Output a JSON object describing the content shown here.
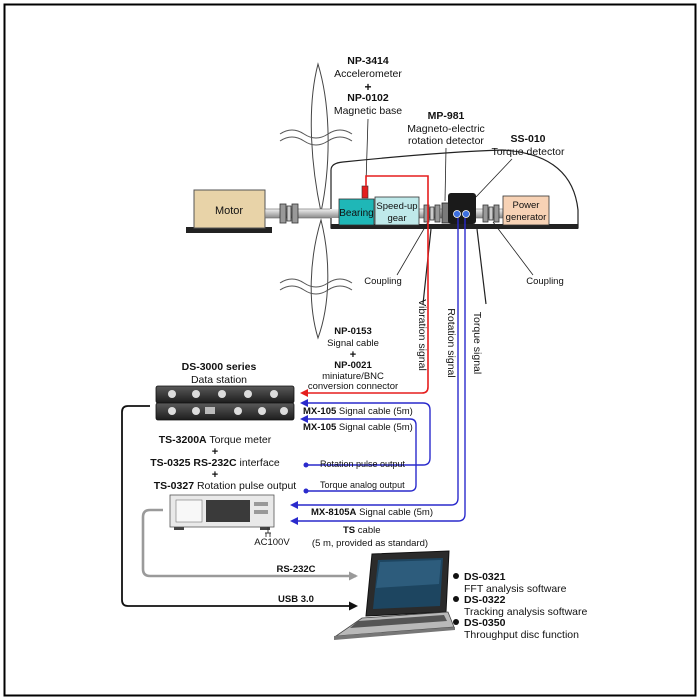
{
  "components": {
    "motor": "Motor",
    "bearing": "Bearing",
    "gear_1": "Speed-up",
    "gear_2": "gear",
    "power_1": "Power",
    "power_2": "generator"
  },
  "sensors": {
    "accel_model": "NP-3414",
    "accel_desc": "Accelerometer",
    "plus": "+",
    "base_model": "NP-0102",
    "base_desc": "Magnetic base",
    "mp_model": "MP-981",
    "mp_desc_1": "Magneto-electric",
    "mp_desc_2": "rotation detector",
    "ss_model": "SS-010",
    "ss_desc": "Torque detector",
    "coupling_left": "Coupling",
    "coupling_right": "Coupling"
  },
  "signals": {
    "vibration": "Vibration signal",
    "rotation": "Rotation signal",
    "torque": "Torque signal"
  },
  "cable_np": {
    "model1": "NP-0153",
    "desc1": "Signal cable",
    "plus": "+",
    "model2": "NP-0021",
    "desc2a": "miniature/BNC",
    "desc2b": "conversion connector"
  },
  "station": {
    "model": "DS-3000 series",
    "desc": "Data station"
  },
  "cables": {
    "mx1_model": "MX-105",
    "mx1_desc": "Signal cable (5m)",
    "mx2_model": "MX-105",
    "mx2_desc": "Signal cable (5m)",
    "rot_pulse": "Rotation pulse output",
    "torque_analog": "Torque analog output",
    "mx8_model": "MX-8105A",
    "mx8_desc": "Signal cable (5m)",
    "ts_model": "TS",
    "ts_desc1": "cable",
    "ts_desc2": "(5 m, provided as standard)"
  },
  "meter": {
    "m1_model": "TS-3200A",
    "m1_desc": "Torque meter",
    "plus1": "+",
    "m2_model": "TS-0325 RS-232C",
    "m2_desc": "interface",
    "plus2": "+",
    "m3_model": "TS-0327",
    "m3_desc": "Rotation pulse output",
    "ac": "AC100V"
  },
  "pc": {
    "rs232c": "RS-232C",
    "usb": "USB 3.0",
    "sw1_model": "DS-0321",
    "sw1_desc": "FFT analysis software",
    "sw2_model": "DS-0322",
    "sw2_desc": "Tracking analysis software",
    "sw3_model": "DS-0350",
    "sw3_desc": "Throughput disc function"
  },
  "colors": {
    "motor": "#e8d3a8",
    "bearing": "#1fb7b7",
    "gear": "#bfe9ea",
    "power": "#f7d2b5",
    "vibration_line": "#e51e1e",
    "signal_line": "#2a2acc",
    "serial_line": "#9a9a9a",
    "usb_line": "#111111"
  }
}
